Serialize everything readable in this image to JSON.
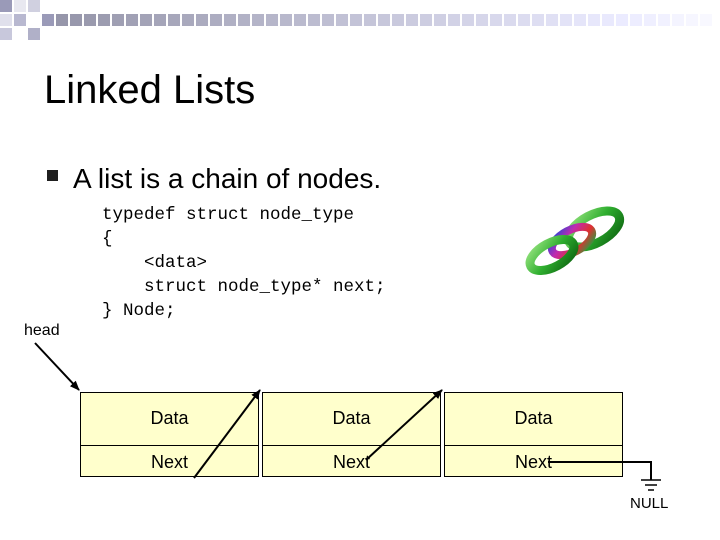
{
  "slide": {
    "title": "Linked Lists",
    "bullet": "A list is a chain of nodes.",
    "code_lines": [
      "typedef struct node_type",
      "{",
      "    <data>",
      "    struct node_type* next;",
      "} Node;"
    ]
  },
  "diagram": {
    "head_label": "head",
    "nodes": [
      {
        "data": "Data",
        "next": "Next"
      },
      {
        "data": "Data",
        "next": "Next"
      },
      {
        "data": "Data",
        "next": "Next"
      }
    ],
    "null_label": "NULL",
    "node_fill": "#ffffcc"
  },
  "decor": {
    "chain_icon": "chain-links-icon",
    "grid_color": "#b0b0c8"
  }
}
